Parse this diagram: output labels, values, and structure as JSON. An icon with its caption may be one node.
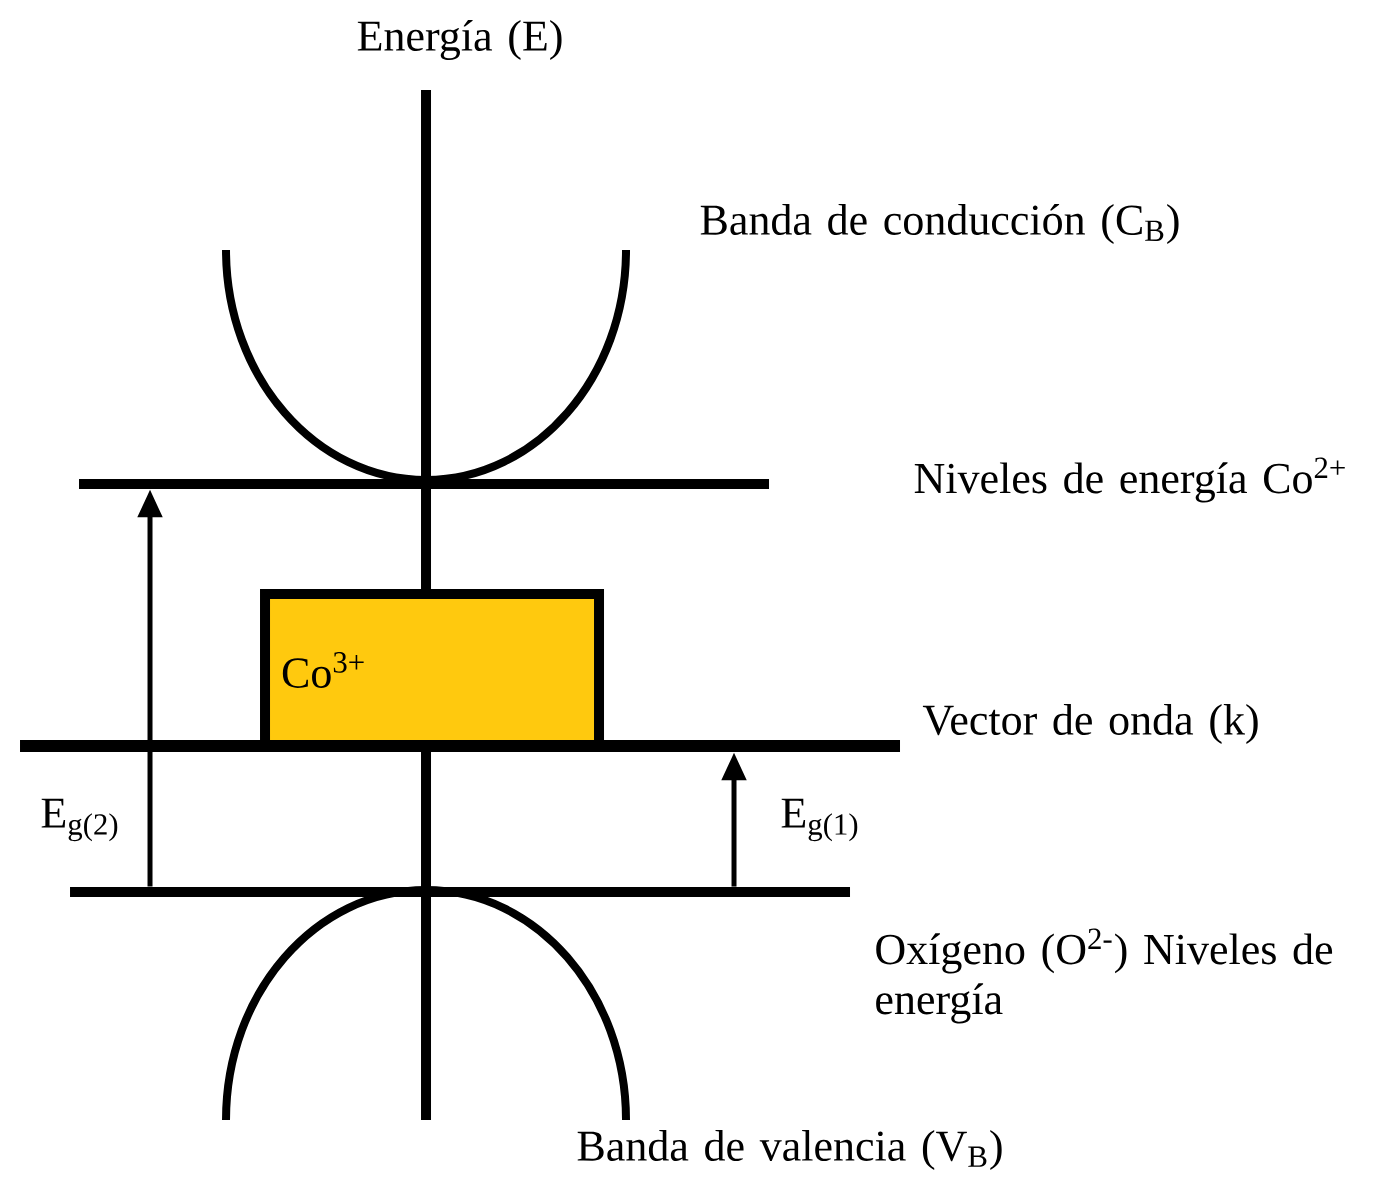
{
  "diagram": {
    "nodes": [
      {
        "text": [
          "Co$^{3+}$"
        ]
      },
      {
        "text": [],
        "shape": "bar",
        "beside": [
          "Niveles de energía Co$^{2+}$"
        ]
      },
      {
        "text": [],
        "shape": "bar",
        "beside": [
          "Vector de onda (k)"
        ]
      },
      {
        "text": [],
        "shape": "bar",
        "beside": [
          "Oxígeno (O$^{2-}$) Niveles de energía"
        ]
      }
    ],
    "edges": [
      {
        "from": 3,
        "to": 1,
        "arrow": "to",
        "label": "E$_{g(2)}$"
      },
      {
        "from": 3,
        "to": 2,
        "arrow": "to",
        "label": "E$_{g(1)}$"
      }
    ],
    "labels": [
      "Energía (E)",
      "Banda de conducción (C$_{B}$)",
      "Banda de valencia (V$_{B}$)"
    ]
  }
}
